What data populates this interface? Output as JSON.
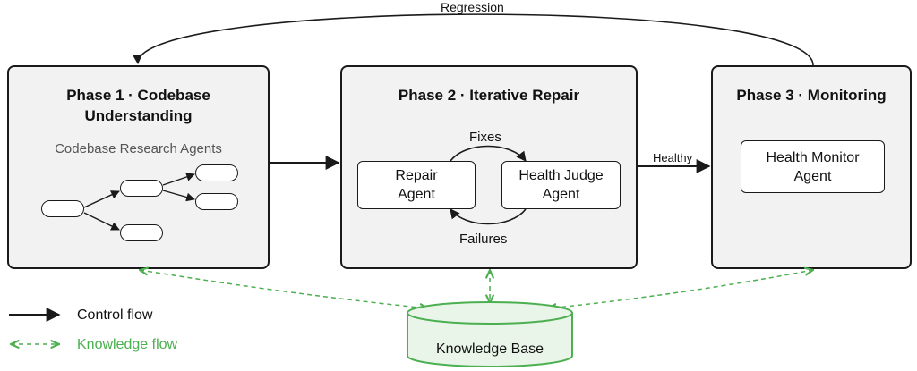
{
  "phases": [
    {
      "title_line1": "Phase 1 · Codebase",
      "title_line2": "Understanding",
      "subtitle": "Codebase Research Agents"
    },
    {
      "title": "Phase 2 · Iterative Repair"
    },
    {
      "title": "Phase 3 · Monitoring"
    }
  ],
  "agents": {
    "repair": {
      "line1": "Repair",
      "line2": "Agent"
    },
    "health_judge": {
      "line1": "Health Judge",
      "line2": "Agent"
    },
    "health_monitor": {
      "line1": "Health Monitor",
      "line2": "Agent"
    }
  },
  "edge_labels": {
    "regression": "Regression",
    "fixes": "Fixes",
    "failures": "Failures",
    "healthy": "Healthy"
  },
  "knowledge_base": {
    "label": "Knowledge Base"
  },
  "legend": {
    "control_flow": "Control flow",
    "knowledge_flow": "Knowledge flow"
  },
  "colors": {
    "control": "#1a1a1a",
    "knowledge": "#4caf50",
    "box_fill": "#f2f2f2",
    "kb_fill": "#e9f5e9"
  }
}
